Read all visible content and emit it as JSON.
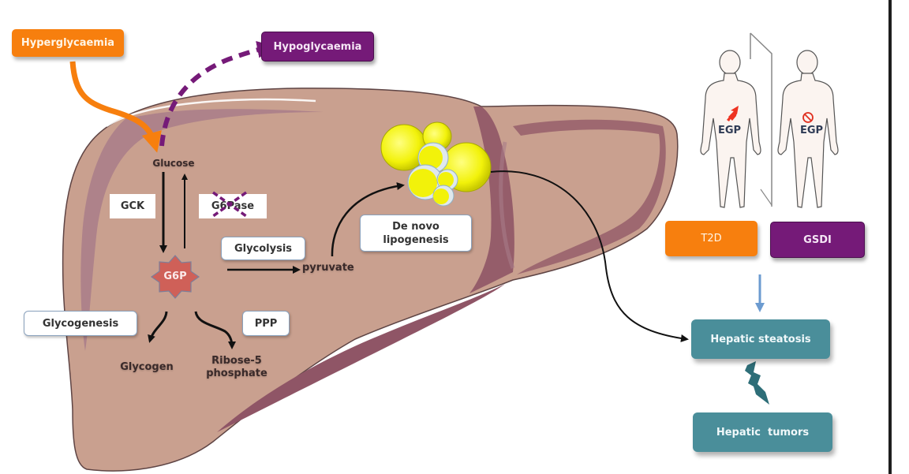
{
  "diagram": {
    "inputs": {
      "hyperglycaemia": "Hyperglycaemia",
      "hypoglycaemia": "Hypoglycaemia"
    },
    "liver": {
      "glucose": "Glucose",
      "gck": "GCK",
      "g6pase": "G6Pase",
      "g6p": "G6P",
      "glycolysis": "Glycolysis",
      "pyruvate": "pyruvate",
      "de_novo_lipogenesis": [
        "De novo",
        "lipogenesis"
      ],
      "glycogenesis": "Glycogenesis",
      "glycogen": "Glycogen",
      "ppp": "PPP",
      "ribose": [
        "Ribose-5",
        "phosphate"
      ]
    },
    "patients": {
      "left_egp": "EGP",
      "right_egp": "EGP",
      "left_indicator": "increase-arrow",
      "right_indicator": "blocked"
    },
    "conditions": {
      "t2d": "T2D",
      "gsdi": "GSDI"
    },
    "outcomes": {
      "steatosis": "Hepatic steatosis",
      "tumors": "Hepatic  tumors"
    },
    "colors": {
      "orange": "#f77f0e",
      "purple": "#751a78",
      "teal": "#4a8e9a",
      "liver": "#c9a08f",
      "liver_shadow": "#8f5566",
      "g6p": "#cf6058",
      "lipid": "#f2f20a"
    }
  }
}
